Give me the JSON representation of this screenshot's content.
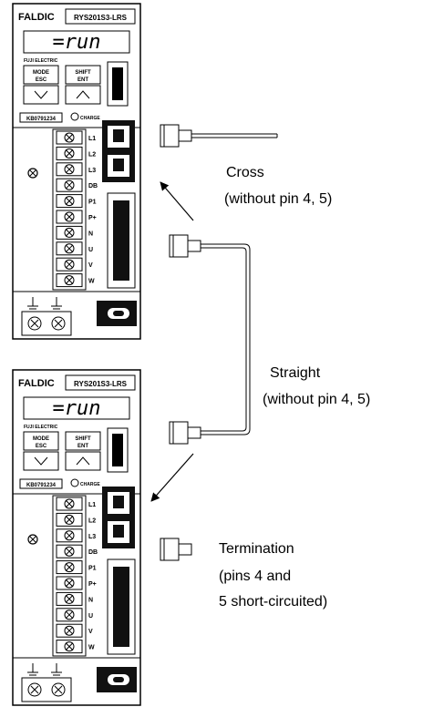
{
  "units": [
    {
      "brand": "FALDIC",
      "model": "RYS201S3-LRS",
      "display": "=run",
      "maker": "FUJI ELECTRIC",
      "keys": [
        {
          "top": "MODE",
          "bottom": "ESC"
        },
        {
          "top": "SHIFT",
          "bottom": "ENT"
        }
      ],
      "serial": "KB0791234",
      "charge": "CHARGE",
      "terminals": [
        "L1",
        "L2",
        "L3",
        "DB",
        "P1",
        "P+",
        "N",
        "U",
        "V",
        "W"
      ]
    },
    {
      "brand": "FALDIC",
      "model": "RYS201S3-LRS",
      "display": "=run",
      "maker": "FUJI ELECTRIC",
      "keys": [
        {
          "top": "MODE",
          "bottom": "ESC"
        },
        {
          "top": "SHIFT",
          "bottom": "ENT"
        }
      ],
      "serial": "KB0791234",
      "charge": "CHARGE",
      "terminals": [
        "L1",
        "L2",
        "L3",
        "DB",
        "P1",
        "P+",
        "N",
        "U",
        "V",
        "W"
      ]
    }
  ],
  "cables": {
    "cross": {
      "line1": "Cross",
      "line2": "(without pin 4, 5)"
    },
    "straight": {
      "line1": "Straight",
      "line2": "(without pin 4, 5)"
    },
    "termination": {
      "line1": "Termination",
      "line2": "(pins 4 and",
      "line3": "5 short-circuited)"
    }
  }
}
